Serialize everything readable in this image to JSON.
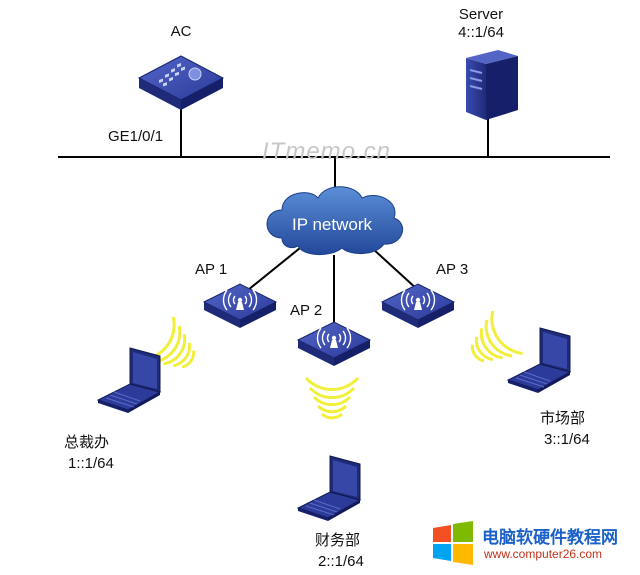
{
  "nodes": {
    "ac": {
      "name": "AC",
      "port": "GE1/0/1"
    },
    "server": {
      "name": "Server",
      "address": "4::1/64"
    },
    "cloud": {
      "label": "IP network"
    },
    "ap1": {
      "name": "AP 1"
    },
    "ap2": {
      "name": "AP 2"
    },
    "ap3": {
      "name": "AP 3"
    },
    "client1": {
      "name": "总裁办",
      "address": "1::1/64"
    },
    "client2": {
      "name": "财务部",
      "address": "2::1/64"
    },
    "client3": {
      "name": "市场部",
      "address": "3::1/64"
    }
  },
  "watermark": "ITmemo.cn",
  "site_logo": {
    "title": "电脑软硬件教程网",
    "url": "www.computer26.com"
  },
  "colors": {
    "device_blue": "#2a3a94",
    "cloud_blue": "#2e5fb0",
    "signal_yellow": "#f2ef3a"
  }
}
